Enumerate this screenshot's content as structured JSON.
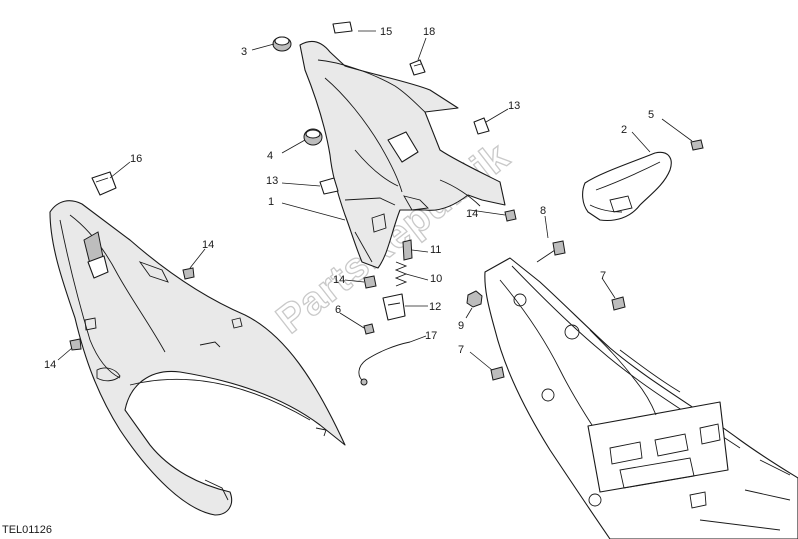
{
  "watermark": "PartsRepublik",
  "drawing_code": "TEL01126",
  "callouts": [
    "15",
    "18",
    "3",
    "13",
    "5",
    "2",
    "4",
    "16",
    "13",
    "1",
    "14",
    "8",
    "11",
    "14",
    "10",
    "7",
    "12",
    "6",
    "9",
    "17",
    "14",
    "7",
    "14"
  ]
}
